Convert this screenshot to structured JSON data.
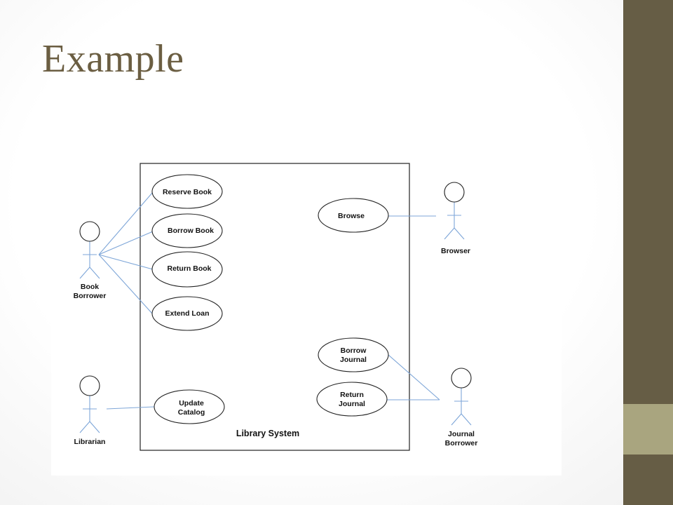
{
  "slide": {
    "title": "Example",
    "colors": {
      "title": "#6b5e42",
      "band": "#665d45",
      "band_accent": "#a9a57f",
      "line": "#7ea6d8"
    }
  },
  "diagram": {
    "system_label": "Library System",
    "actors": {
      "book_borrower": [
        "Book",
        "Borrower"
      ],
      "librarian": [
        "Librarian"
      ],
      "browser": [
        "Browser"
      ],
      "journal_borrower": [
        "Journal",
        "Borrower"
      ]
    },
    "use_cases": {
      "reserve_book": [
        "Reserve Book"
      ],
      "borrow_book": [
        "Borrow Book"
      ],
      "return_book": [
        "Return Book"
      ],
      "extend_loan": [
        "Extend Loan"
      ],
      "update_catalog": [
        "Update",
        "Catalog"
      ],
      "browse": [
        "Browse"
      ],
      "borrow_journal": [
        "Borrow",
        "Journal"
      ],
      "return_journal": [
        "Return",
        "Journal"
      ]
    }
  }
}
